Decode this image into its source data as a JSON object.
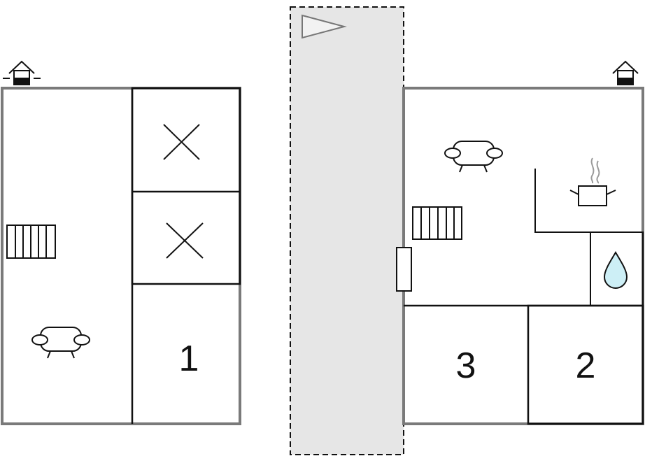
{
  "floorplan": {
    "left_floor": {
      "room_number": "1"
    },
    "right_floor": {
      "room_numbers": [
        "3",
        "2"
      ]
    }
  },
  "colors": {
    "outer_wall": "#7a7a7a",
    "inner_wall": "#111111",
    "walkway_fill": "#e6e6e6",
    "water_fill": "#cdeff6",
    "steam": "#9a9a9a"
  },
  "icons": {
    "entrance": "house-entrance-icon",
    "bed": "single-bed-cross-icon",
    "radiator": "radiator-icon",
    "sofa": "sofa-icon",
    "cooking_pot": "cooking-pot-icon",
    "water_drop": "water-drop-icon",
    "direction": "direction-triangle-icon"
  }
}
